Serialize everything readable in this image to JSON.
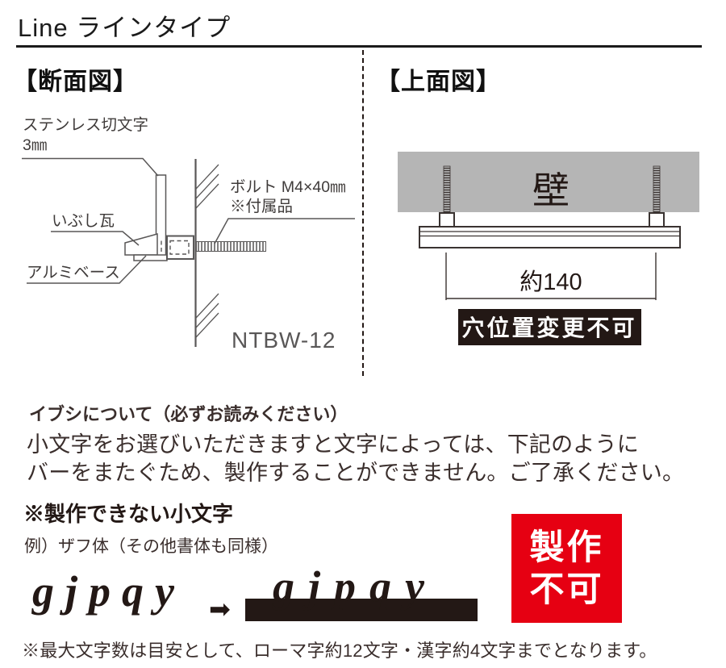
{
  "header": {
    "title": "Line ラインタイプ"
  },
  "cross_section": {
    "heading": "【断面図】",
    "label_letter_line1": "ステンレス切文字",
    "label_letter_line2": "3㎜",
    "label_tile": "いぶし瓦",
    "label_base": "アルミベース",
    "label_bolt_line1": "ボルト M4×40㎜",
    "label_bolt_line2": "※付属品",
    "model_number": "NTBW-12"
  },
  "top_view": {
    "heading": "【上面図】",
    "wall_label": "壁",
    "dimension_label": "約140",
    "hole_note": "穴位置変更不可"
  },
  "notice": {
    "heading": "イブシについて（必ずお読みください）",
    "body_line1": "小文字をお選びいただきますと文字によっては、下記のように",
    "body_line2": "バーをまたぐため、製作することができません。ご了承ください。",
    "subheading": "※製作できない小文字",
    "example_label": "例）ザフ体（その他書体も同様）",
    "sample_letters": "gjpqy",
    "sample_letters_on_bar": "gjpqy",
    "arrow": "➡",
    "stamp_line1": "製作",
    "stamp_line2": "不可",
    "footer_note": "※最大文字数は目安として、ローマ字約12文字・漢字約4文字までとなります。"
  },
  "colors": {
    "wall_gray": "#b5b5b5",
    "diagram_line_gray": "#595757",
    "dark_line": "#3a3331",
    "ink_black": "#231815",
    "stamp_red": "#e60012"
  }
}
